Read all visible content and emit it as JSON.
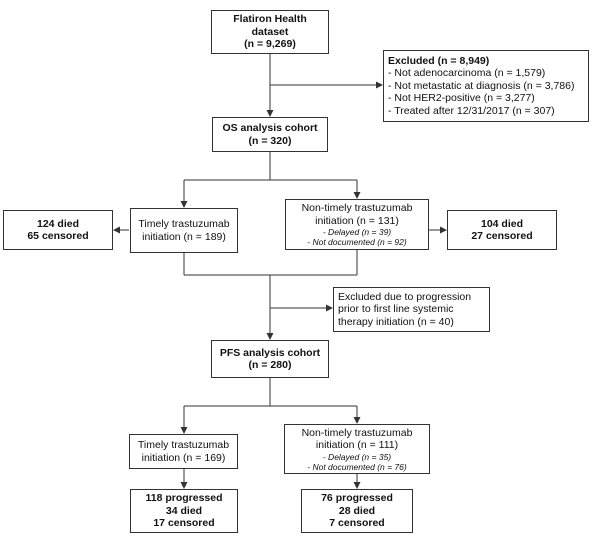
{
  "dataset": {
    "title": "Flatiron Health dataset",
    "n": "(n = 9,269)"
  },
  "excluded_initial": {
    "title": "Excluded (n = 8,949)",
    "items": [
      "- Not adenocarcinoma (n = 1,579)",
      "- Not metastatic at diagnosis (n = 3,786)",
      "- Not HER2-positive (n = 3,277)",
      "- Treated after 12/31/2017 (n = 307)"
    ]
  },
  "os_cohort": {
    "title": "OS analysis cohort",
    "n": "(n = 320)"
  },
  "os_timely": {
    "line1": "Timely trastuzumab",
    "line2": "initiation (n = 189)"
  },
  "os_nontimely": {
    "line1": "Non-timely trastuzumab",
    "line2": "initiation (n = 131)",
    "delayed": "- Delayed (n = 39)",
    "not_documented": "- Not documented (n = 92)"
  },
  "os_timely_outcome": {
    "died": "124 died",
    "censored": "65 censored"
  },
  "os_nontimely_outcome": {
    "died": "104 died",
    "censored": "27 censored"
  },
  "excluded_progression": {
    "lines": [
      "Excluded due to progression",
      "prior to first line systemic",
      "therapy initiation (n = 40)"
    ]
  },
  "pfs_cohort": {
    "title": "PFS analysis cohort",
    "n": "(n = 280)"
  },
  "pfs_timely": {
    "line1": "Timely trastuzumab",
    "line2": "initiation (n = 169)"
  },
  "pfs_nontimely": {
    "line1": "Non-timely trastuzumab",
    "line2": "initiation (n = 111)",
    "delayed": "- Delayed (n = 35)",
    "not_documented": "- Not documented (n = 76)"
  },
  "pfs_timely_outcome": {
    "progressed": "118 progressed",
    "died": "34 died",
    "censored": "17 censored"
  },
  "pfs_nontimely_outcome": {
    "progressed": "76 progressed",
    "died": "28 died",
    "censored": "7 censored"
  },
  "colors": {
    "line": "#333333",
    "text": "#111111",
    "background": "#ffffff"
  }
}
